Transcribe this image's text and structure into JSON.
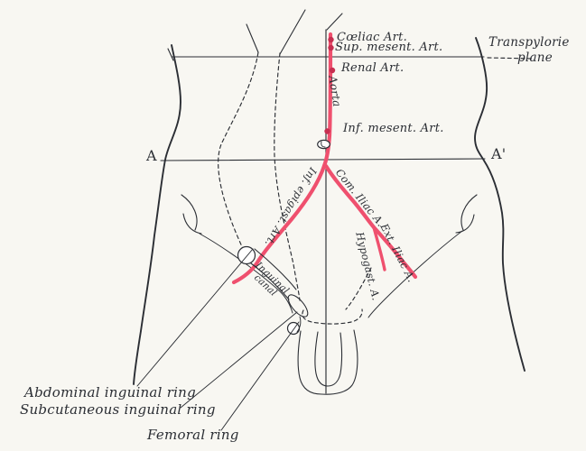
{
  "figure": {
    "labels": {
      "coeliac": "Cœliac Art.",
      "sup_mesent": "Sup. mesent. Art.",
      "renal": "Renal Art.",
      "aorta": "Aorta",
      "inf_mesent": "Inf. mesent. Art.",
      "transpyloric_line1": "Transpylorie",
      "transpyloric_line2": "plane",
      "marker_left": "A",
      "marker_right": "A'",
      "com_iliac": "Com. Iliac A.",
      "ext_iliac": "Ext. Iliac A.",
      "hypogast": "Hypogast. A.",
      "inf_epigast": "Inf. epigast. Art.",
      "inguinal_canal_line1": "Inguinal",
      "inguinal_canal_line2": "canal",
      "abdominal_ring": "Abdominal inguinal ring",
      "subcutaneous_ring": "Subcutaneous inguinal ring",
      "femoral_ring": "Femoral ring"
    },
    "colors": {
      "paper": "#f8f7f2",
      "ink": "#2b2e34",
      "artery": "#ef506e",
      "artery_dot": "#c62f50"
    }
  }
}
